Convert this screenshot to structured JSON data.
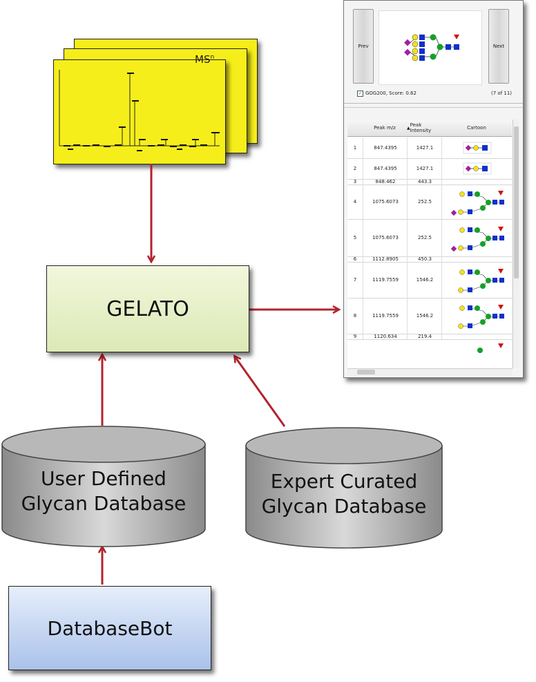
{
  "ms_stack": {
    "label": "MS",
    "superscript": "n"
  },
  "gelato": {
    "label": "GELATO"
  },
  "user_db": {
    "line1": "User Defined",
    "line2": "Glycan Database"
  },
  "expert_db": {
    "line1": "Expert Curated",
    "line2": "Glycan Database"
  },
  "dbbot": {
    "label": "DatabaseBot"
  },
  "screenshot": {
    "prev_label": "Prev",
    "next_label": "Next",
    "match_label": "GOG200, Score: 0.62",
    "page_label": "(7 of 11)",
    "columns": [
      "Peak m/z",
      "Peak Intensity",
      "Cartoon"
    ],
    "rows": [
      {
        "idx": "1",
        "mz": "847.4395",
        "intensity": "1427.1"
      },
      {
        "idx": "2",
        "mz": "847.4395",
        "intensity": "1427.1"
      },
      {
        "idx": "3",
        "mz": "848.462",
        "intensity": "443.3"
      },
      {
        "idx": "4",
        "mz": "1075.6073",
        "intensity": "252.5"
      },
      {
        "idx": "5",
        "mz": "1075.6073",
        "intensity": "252.5"
      },
      {
        "idx": "6",
        "mz": "1112.8905",
        "intensity": "450.3"
      },
      {
        "idx": "7",
        "mz": "1119.7559",
        "intensity": "1546.2"
      },
      {
        "idx": "8",
        "mz": "1119.7559",
        "intensity": "1546.2"
      },
      {
        "idx": "9",
        "mz": "1120.634",
        "intensity": "219.4"
      }
    ]
  },
  "colors": {
    "ms_yellow": "#f6ee1a",
    "arrow_red": "#b3232c",
    "gelato_green": "#dce9b6",
    "dbbot_blue": "#aac2ea",
    "glycan_blue": "#1030c8",
    "glycan_green": "#16a02a",
    "glycan_yellow": "#f4e21a",
    "glycan_purple": "#a020a0",
    "glycan_red": "#d01010"
  }
}
